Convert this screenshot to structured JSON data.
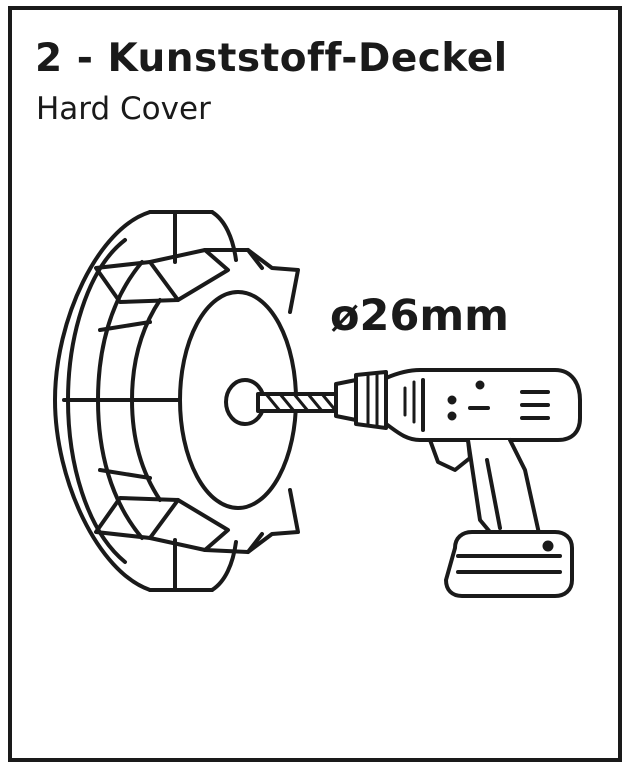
{
  "header": {
    "title": "2 - Kunststoff-Deckel",
    "subtitle": "Hard Cover"
  },
  "annotation": {
    "diameter_label": "ø26mm"
  },
  "colors": {
    "line": "#1a1a1a",
    "background": "#ffffff"
  },
  "icons": {
    "cover": "hard-cover-icon",
    "drill": "cordless-drill-icon",
    "drill_bit": "drill-bit-icon"
  }
}
